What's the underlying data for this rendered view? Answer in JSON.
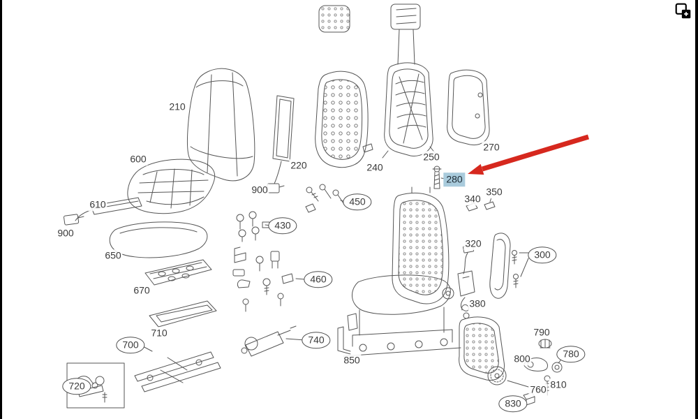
{
  "window": {
    "bg": "#ffffff",
    "edge_bar_color": "#000000"
  },
  "icons": {
    "top_right": "gallery-icon"
  },
  "diagram": {
    "type": "exploded-parts-diagram-vehicle-seat",
    "arrow_color": "#d6281e",
    "highlight_color": "#a9cbdc",
    "highlighted_part": "280",
    "labels": {
      "210": "210",
      "220": "220",
      "240": "240",
      "250": "250",
      "270": "270",
      "280": "280",
      "300": "300",
      "320": "320",
      "340": "340",
      "350": "350",
      "380": "380",
      "430": "430",
      "450": "450",
      "460": "460",
      "600": "600",
      "610": "610",
      "650": "650",
      "670": "670",
      "700": "700",
      "710": "710",
      "720": "720",
      "740": "740",
      "760": "760",
      "780": "780",
      "790": "790",
      "800": "800",
      "810": "810",
      "830": "830",
      "850": "850",
      "900": "900"
    }
  }
}
